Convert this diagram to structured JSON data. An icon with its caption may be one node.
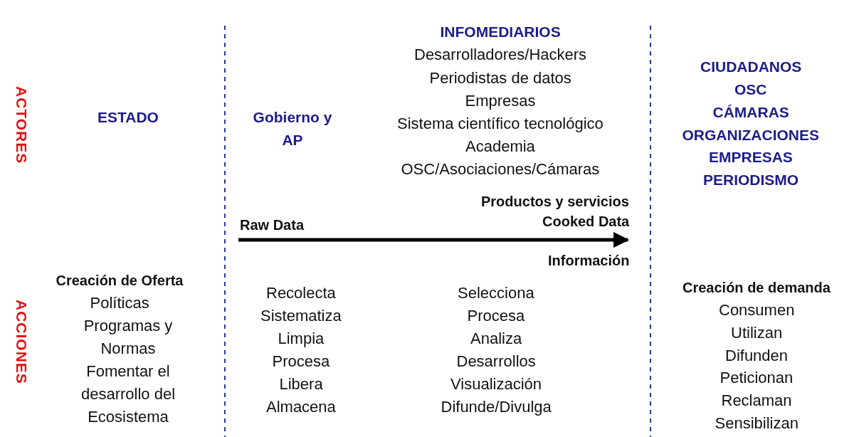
{
  "diagram": {
    "labels": [
      "ACTORES",
      "ESTADO",
      "Gobierno y AP",
      "INFOMEDIARIOS",
      "Desarrolladores/Hackers",
      "Periodistas de datos",
      "Empresas",
      "Sistema científico tecnológico",
      "Academia",
      "OSC/Asociaciones/Cámaras",
      "CIUDADANOS",
      "OSC",
      "CÁMARAS",
      "ORGANIZACIONES",
      "EMPRESAS",
      "PERIODISMO",
      "Productos y servicios",
      "Raw Data",
      "Cooked Data",
      "Información",
      "ACCIONES",
      "Creación de Oferta",
      "Políticas",
      "Programas y Normas",
      "Fomentar el desarrollo del Ecosistema",
      "Recolecta",
      "Sistematiza",
      "Limpia",
      "Procesa",
      "Libera",
      "Almacena",
      "Selecciona",
      "Procesa",
      "Analiza",
      "Desarrollos",
      "Visualización",
      "Difunde/Divulga",
      "Creación de demanda",
      "Consumen",
      "Utilizan",
      "Difunden",
      "Peticionan",
      "Reclaman",
      "Sensibilizan"
    ]
  }
}
